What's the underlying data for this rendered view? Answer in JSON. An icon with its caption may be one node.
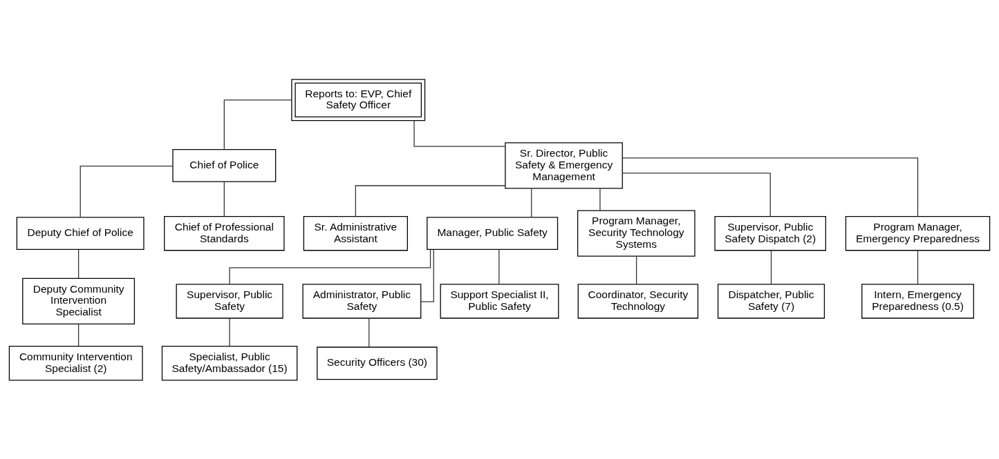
{
  "diagram": {
    "nodes": [
      {
        "text": [
          "Reports to: EVP, Chief Safety Officer"
        ]
      },
      {
        "text": [
          "Chief of Police"
        ]
      },
      {
        "text": [
          "Sr. Director, Public Safety & Emergency Management"
        ]
      },
      {
        "text": [
          "Deputy Chief of Police"
        ]
      },
      {
        "text": [
          "Chief of Professional Standards"
        ]
      },
      {
        "text": [
          "Sr. Administrative Assistant"
        ]
      },
      {
        "text": [
          "Deputy Community Intervention Specialist"
        ]
      },
      {
        "text": [
          "Community Intervention Specialist (2)"
        ]
      },
      {
        "text": [
          "Manager, Public Safety"
        ]
      },
      {
        "text": [
          "Program Manager, Security Technology Systems"
        ]
      },
      {
        "text": [
          "Supervisor, Public Safety Dispatch (2)"
        ]
      },
      {
        "text": [
          "Program Manager, Emergency Preparedness"
        ]
      },
      {
        "text": [
          "Supervisor, Public Safety"
        ]
      },
      {
        "text": [
          "Administrator, Public Safety"
        ]
      },
      {
        "text": [
          "Support Specialist II, Public Safety"
        ]
      },
      {
        "text": [
          "Coordinator, Security Technology"
        ]
      },
      {
        "text": [
          "Dispatcher, Public Safety (7)"
        ]
      },
      {
        "text": [
          "Intern, Emergency Preparedness (0.5)"
        ]
      },
      {
        "text": [
          "Specialist, Public Safety/Ambassador (15)"
        ]
      },
      {
        "text": [
          "Security Officers (30)"
        ]
      }
    ],
    "edges": [
      {
        "from": 0,
        "to": 1,
        "arrow": "none"
      },
      {
        "from": 0,
        "to": 2,
        "arrow": "none"
      },
      {
        "from": 1,
        "to": 3,
        "arrow": "none"
      },
      {
        "from": 1,
        "to": 4,
        "arrow": "none"
      },
      {
        "from": 2,
        "to": 5,
        "arrow": "none"
      },
      {
        "from": 3,
        "to": 6,
        "arrow": "none"
      },
      {
        "from": 6,
        "to": 7,
        "arrow": "none"
      },
      {
        "from": 2,
        "to": 8,
        "arrow": "none"
      },
      {
        "from": 2,
        "to": 9,
        "arrow": "none"
      },
      {
        "from": 2,
        "to": 10,
        "arrow": "none"
      },
      {
        "from": 2,
        "to": 11,
        "arrow": "none"
      },
      {
        "from": 8,
        "to": 12,
        "arrow": "none"
      },
      {
        "from": 8,
        "to": 13,
        "arrow": "none"
      },
      {
        "from": 8,
        "to": 14,
        "arrow": "none"
      },
      {
        "from": 9,
        "to": 15,
        "arrow": "none"
      },
      {
        "from": 10,
        "to": 16,
        "arrow": "none"
      },
      {
        "from": 11,
        "to": 17,
        "arrow": "none"
      },
      {
        "from": 12,
        "to": 18,
        "arrow": "none"
      },
      {
        "from": 13,
        "to": 19,
        "arrow": "none"
      }
    ]
  }
}
